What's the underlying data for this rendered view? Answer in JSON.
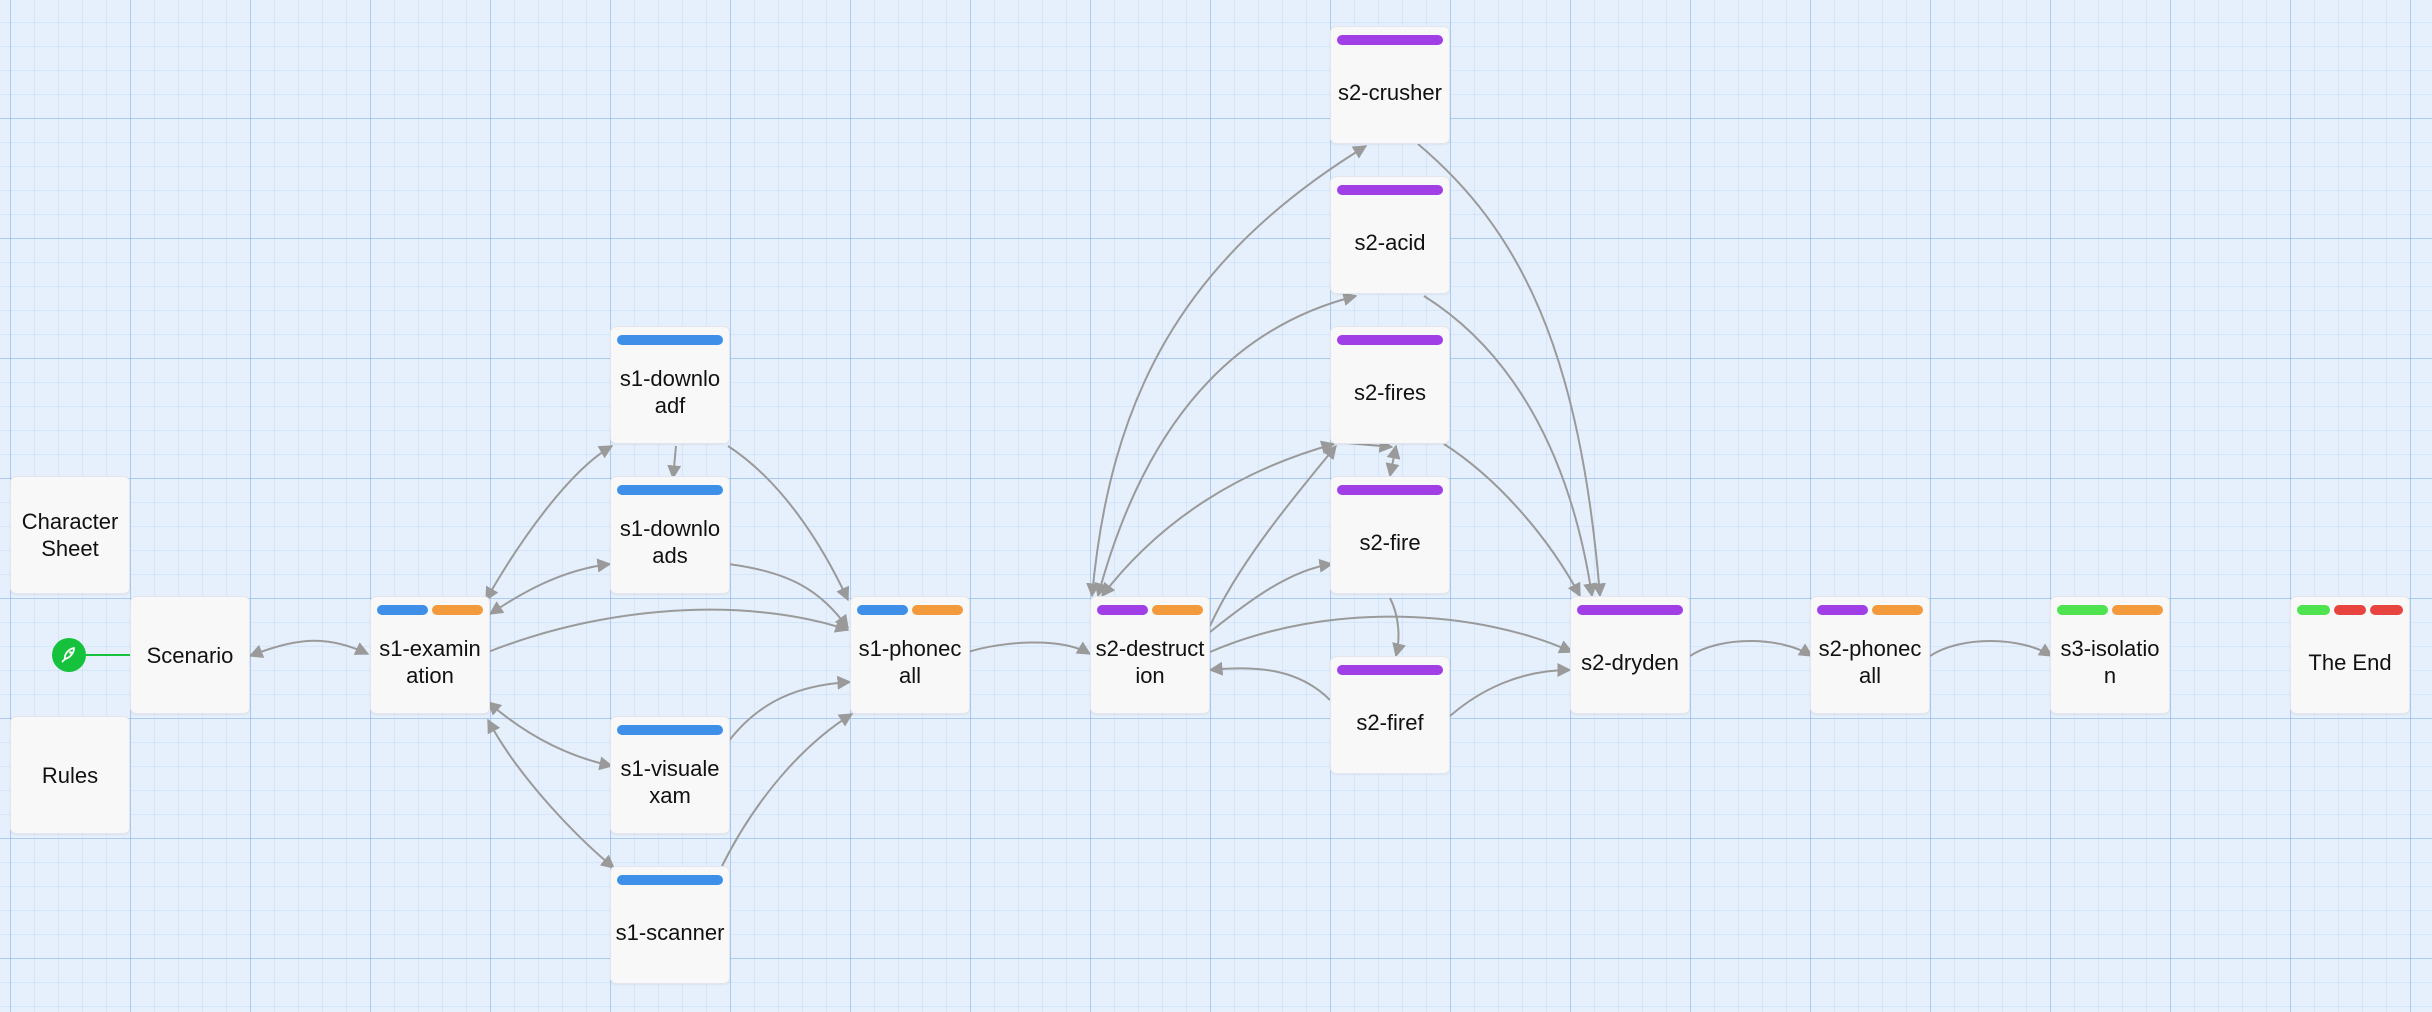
{
  "colors": {
    "blue": "#3e8fe8",
    "orange": "#f29a3c",
    "purple": "#a03fe6",
    "green": "#4ee34f",
    "red": "#e8443f",
    "start": "#16c23b"
  },
  "start": {
    "icon": "rocket-icon"
  },
  "nodes": [
    {
      "id": "character",
      "label": "Character Sheet",
      "tags": []
    },
    {
      "id": "rules",
      "label": "Rules",
      "tags": []
    },
    {
      "id": "scenario",
      "label": "Scenario",
      "tags": []
    },
    {
      "id": "s1exam",
      "label": "s1-examination",
      "tags": [
        "blue",
        "orange"
      ]
    },
    {
      "id": "s1dlf",
      "label": "s1-downloadf",
      "tags": [
        "blue"
      ]
    },
    {
      "id": "s1dls",
      "label": "s1-downloads",
      "tags": [
        "blue"
      ]
    },
    {
      "id": "s1vis",
      "label": "s1-visualexam",
      "tags": [
        "blue"
      ]
    },
    {
      "id": "s1scan",
      "label": "s1-scanner",
      "tags": [
        "blue"
      ]
    },
    {
      "id": "s1phone",
      "label": "s1-phonecall",
      "tags": [
        "blue",
        "orange"
      ]
    },
    {
      "id": "s2dest",
      "label": "s2-destruction",
      "tags": [
        "purple",
        "orange"
      ]
    },
    {
      "id": "s2crush",
      "label": "s2-crusher",
      "tags": [
        "purple"
      ]
    },
    {
      "id": "s2acid",
      "label": "s2-acid",
      "tags": [
        "purple"
      ]
    },
    {
      "id": "s2fires",
      "label": "s2-fires",
      "tags": [
        "purple"
      ]
    },
    {
      "id": "s2fire",
      "label": "s2-fire",
      "tags": [
        "purple"
      ]
    },
    {
      "id": "s2firef",
      "label": "s2-firef",
      "tags": [
        "purple"
      ]
    },
    {
      "id": "s2dryden",
      "label": "s2-dryden",
      "tags": [
        "purple"
      ]
    },
    {
      "id": "s2phone",
      "label": "s2-phonecall",
      "tags": [
        "purple",
        "orange"
      ]
    },
    {
      "id": "s3iso",
      "label": "s3-isolation",
      "tags": [
        "green",
        "orange"
      ]
    },
    {
      "id": "theend",
      "label": "The End",
      "tags": [
        "green",
        "red",
        "red"
      ]
    }
  ]
}
